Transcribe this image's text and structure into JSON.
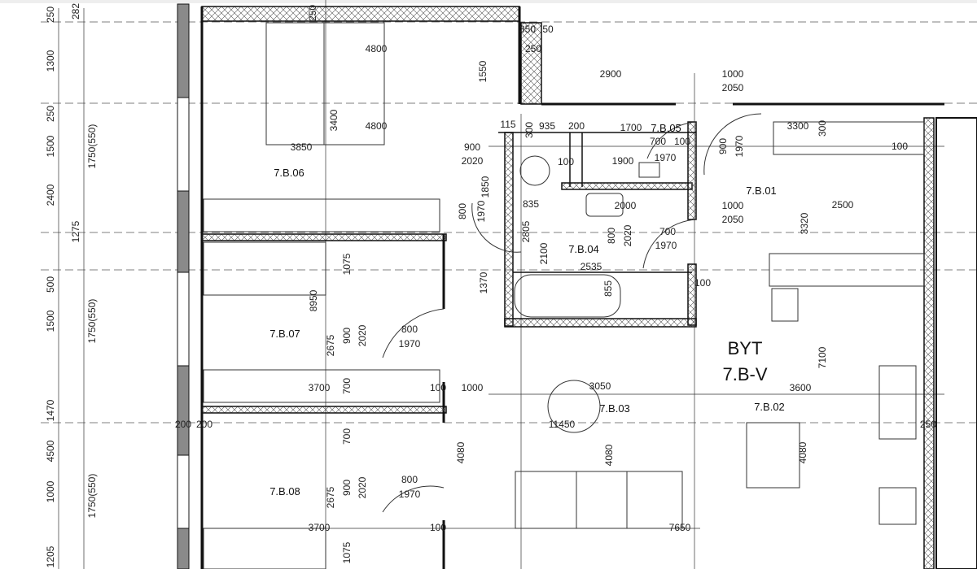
{
  "apartment": {
    "line1": "BYT",
    "line2": "7.B-V"
  },
  "rooms": [
    "7.B.06",
    "7.B.05",
    "7.B.01",
    "7.B.04",
    "7.B.07",
    "7.B.03",
    "7.B.02",
    "7.B.08"
  ],
  "dims": [
    "250",
    "1300",
    "250",
    "1500",
    "2400",
    "500",
    "1500",
    "1470",
    "4500",
    "1000",
    "1205",
    "282",
    "1275",
    "1750(550)",
    "1750(550)",
    "1750(550)",
    "250",
    "4800",
    "3400",
    "4800",
    "3850",
    "350",
    "50",
    "250",
    "1550",
    "2900",
    "1000",
    "2050",
    "900",
    "2020",
    "1700",
    "700",
    "100",
    "1970",
    "900",
    "1970",
    "3300",
    "300",
    "100",
    "1900",
    "2000",
    "1000",
    "2050",
    "2500",
    "3320",
    "800",
    "1970",
    "1850",
    "2805",
    "2100",
    "835",
    "800",
    "2020",
    "700",
    "1970",
    "2535",
    "100",
    "1370",
    "855",
    "1075",
    "8950",
    "2675",
    "900",
    "2020",
    "800",
    "1970",
    "7100",
    "3700",
    "700",
    "100",
    "1000",
    "3050",
    "3600",
    "11450",
    "700",
    "4080",
    "4080",
    "4080",
    "250",
    "800",
    "1970",
    "900",
    "2020",
    "2675",
    "3700",
    "100",
    "7650",
    "1075",
    "200",
    "200",
    "935",
    "300",
    "200",
    "100",
    "115"
  ],
  "colors": {
    "wall": "#111111",
    "exterior_wall": "#8a8a8a"
  }
}
